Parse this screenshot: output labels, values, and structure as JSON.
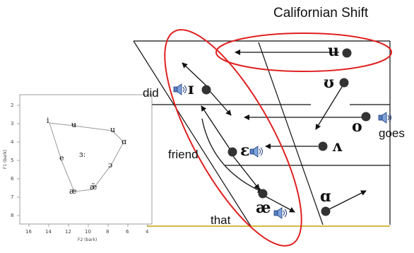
{
  "title": "Californian Shift",
  "words": {
    "did": "did",
    "friend": "friend",
    "that": "that",
    "goes": "goes"
  },
  "vowels": {
    "u": "u",
    "upsilon": "ʊ",
    "i": "ɪ",
    "o": "o",
    "epsilon": "ɛ",
    "wedge": "ʌ",
    "ash": "æ",
    "a": "ɑ"
  },
  "inset": {
    "y_axis_label": "F1 (bark)",
    "x_axis_label": "F2 (bark)",
    "y_ticks": [
      "2",
      "3",
      "4",
      "5",
      "6",
      "7",
      "8"
    ],
    "x_ticks": [
      "16",
      "14",
      "12",
      "10",
      "8",
      "6",
      "4"
    ],
    "vowel_labels": {
      "i": "i",
      "u_bar": "ʉ",
      "u": "u",
      "e": "e",
      "schwa": "ɜː",
      "alpha": "ɑ",
      "o": "ɔ",
      "ae": "æ",
      "ae2": "æ̃"
    }
  },
  "colors": {
    "ellipse": "#e02020",
    "dot": "#333333",
    "baseline": "#c8a000"
  }
}
